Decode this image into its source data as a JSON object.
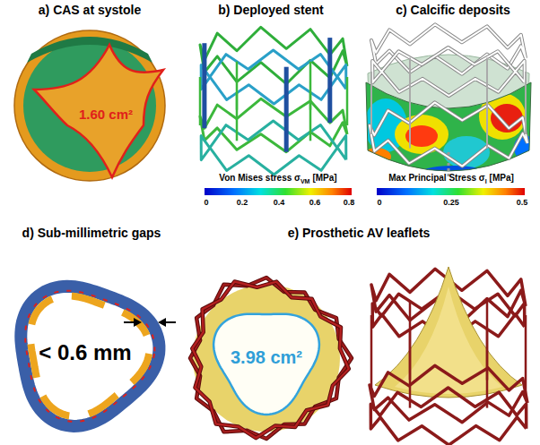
{
  "diagram": {
    "labels": [
      "a) CAS at systole",
      "b) Deployed stent",
      "c) Calcific deposits",
      "1.60 cm²",
      "Von Mises stress σ",
      "VM",
      "[MPa]",
      "0",
      "0.2",
      "0.4",
      "0.6",
      "0.8",
      "Max Principal Stress σ",
      "I",
      "[MPa]",
      "0",
      "0.25",
      "0.5",
      "d) Sub-millimetric gaps",
      "e) Prosthetic AV leaflets",
      "< 0.6 mm",
      "3.98 cm²"
    ]
  }
}
